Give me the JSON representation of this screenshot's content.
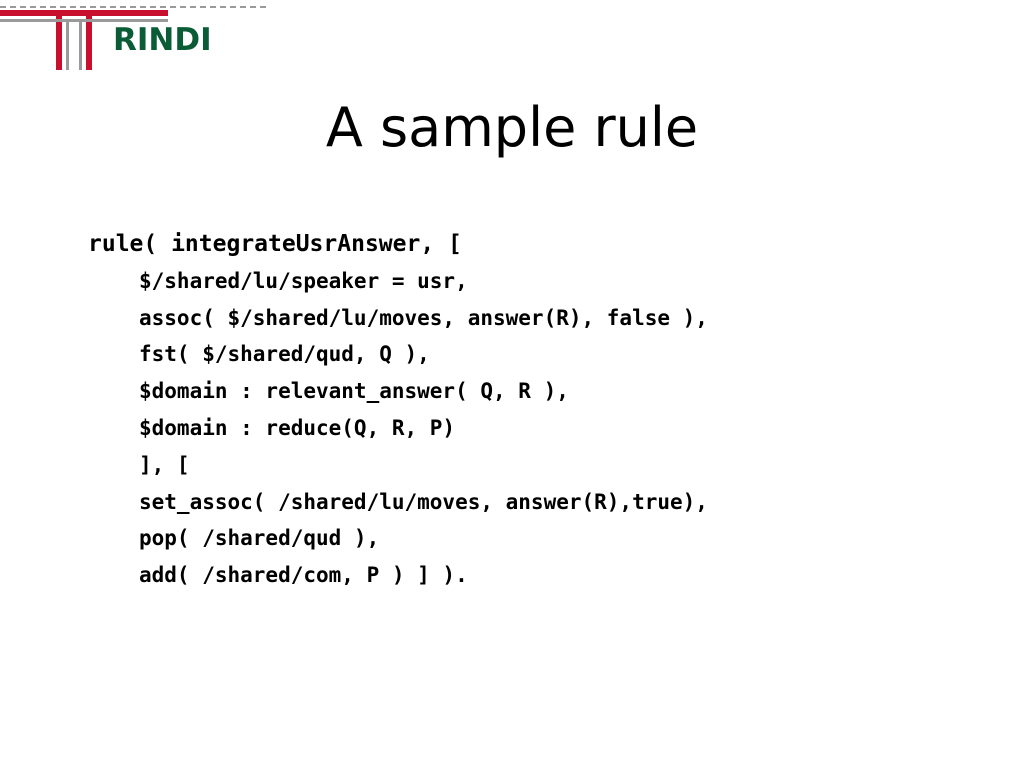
{
  "logo": {
    "text": "RINDI"
  },
  "colors": {
    "logo_red": "#c8102e",
    "logo_green": "#0a5c36",
    "logo_gray": "#9a9a9a"
  },
  "slide": {
    "title": "A sample rule",
    "code_lines": [
      "rule( integrateUsrAnswer, [",
      "$/shared/lu/speaker = usr,",
      "assoc( $/shared/lu/moves, answer(R), false ),",
      "fst( $/shared/qud, Q ),",
      "$domain : relevant_answer( Q, R ),",
      "$domain : reduce(Q, R, P)",
      "], [",
      "set_assoc( /shared/lu/moves, answer(R),true),",
      "pop( /shared/qud ),",
      "add( /shared/com, P ) ] )."
    ]
  }
}
